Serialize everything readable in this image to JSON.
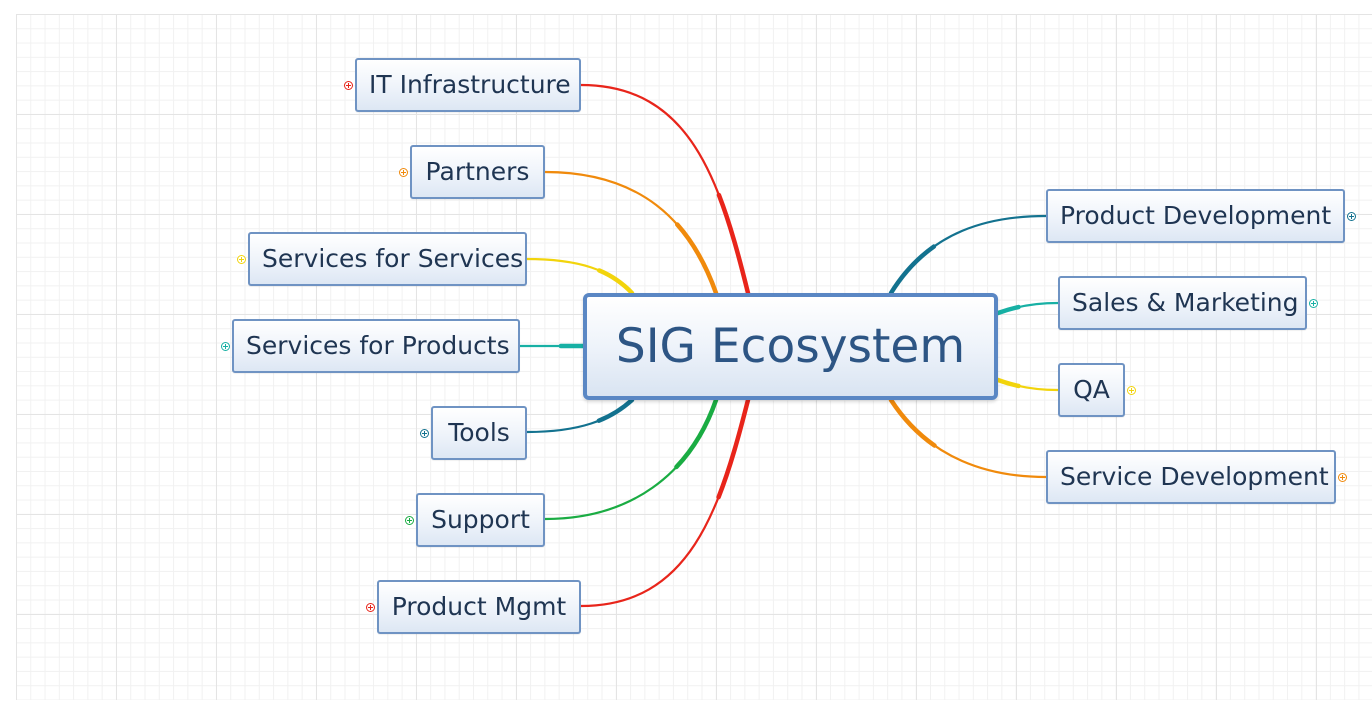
{
  "central_topic": "SIG Ecosystem",
  "left_topics": [
    {
      "label": "IT Infrastructure",
      "color": "#e8251b"
    },
    {
      "label": "Partners",
      "color": "#f08a0c"
    },
    {
      "label": "Services for Services",
      "color": "#f2d40c"
    },
    {
      "label": "Services for Products",
      "color": "#17b0a4"
    },
    {
      "label": "Tools",
      "color": "#13728f"
    },
    {
      "label": "Support",
      "color": "#1aac43"
    },
    {
      "label": "Product Mgmt",
      "color": "#e8251b"
    }
  ],
  "right_topics": [
    {
      "label": "Product Development",
      "color": "#13728f"
    },
    {
      "label": "Sales & Marketing",
      "color": "#17b0a4"
    },
    {
      "label": "QA",
      "color": "#f2d40c"
    },
    {
      "label": "Service Development",
      "color": "#f08a0c"
    }
  ],
  "expander_icon": "plus-circle-icon"
}
